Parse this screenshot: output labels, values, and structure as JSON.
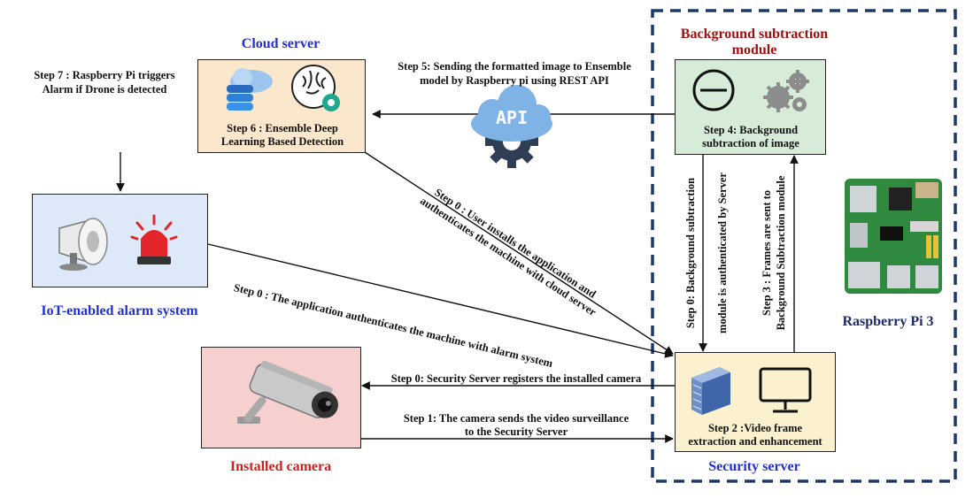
{
  "nodes": {
    "cloud": {
      "title": "Cloud server",
      "caption_line1": "Step 6 : Ensemble Deep",
      "caption_line2": "Learning Based Detection",
      "fill": "#fbe7cc",
      "title_color": "#1f2fd6"
    },
    "alarm": {
      "title": "IoT-enabled alarm system",
      "fill": "#dde9f8",
      "title_color": "#1f2fd6"
    },
    "camera": {
      "title": "Installed camera",
      "fill": "#f6cfcf",
      "title_color": "#d21d1d"
    },
    "bgsub": {
      "title_line1": "Background subtraction",
      "title_line2": "module",
      "caption_line1": "Step 4: Background",
      "caption_line2": "subtraction of image",
      "fill": "#d6ecd8",
      "title_color": "#a01010"
    },
    "security": {
      "title": "Security server",
      "caption_line1": "Step 2 :Video frame",
      "caption_line2": "extraction and enhancement",
      "fill": "#fbf1cf",
      "title_color": "#1f2fd6"
    },
    "raspberry": {
      "title": "Raspberry Pi 3",
      "title_color": "#1b2b6b"
    }
  },
  "edges": {
    "step7_line1": "Step 7 : Raspberry Pi triggers",
    "step7_line2": "Alarm if Drone is detected",
    "step5_line1": "Step 5: Sending the formatted image to Ensemble",
    "step5_line2": "model by Raspberry pi using REST API",
    "api_label": "API",
    "step0_user_line1": "Step 0 : User installs the application and",
    "step0_user_line2": "authenticates the machine with cloud server",
    "step0_alarm": "Step 0 : The application authenticates the machine with alarm system",
    "step0_bg_line1": "Step 0: Background subtraction",
    "step0_bg_line2": "module is authenticated by Server",
    "step3_line1": "Step 3 : Frames are sent to",
    "step3_line2": "Background Subtraction module",
    "step0_camera": "Step 0: Security Server registers the installed camera",
    "step1_line1": "Step 1: The camera sends the video surveillance",
    "step1_line2": "to the Security Server"
  },
  "colors": {
    "dashed_border": "#1b3a6b",
    "arrow": "#111111",
    "api_cloud": "#7fb3e6",
    "api_gear": "#2f3d55"
  }
}
